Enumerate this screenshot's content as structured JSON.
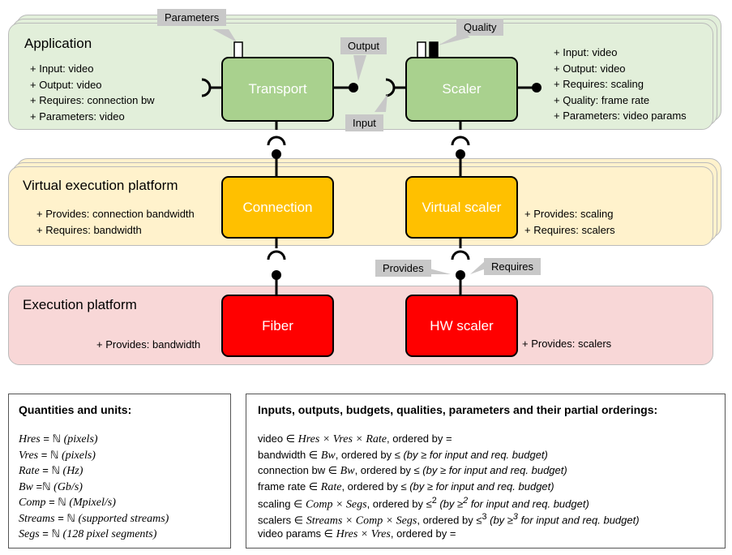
{
  "layers": {
    "application": {
      "title": "Application",
      "props": [
        "+ Input: video",
        "+ Output: video",
        "+ Requires: connection bw",
        "+ Parameters: video"
      ],
      "scaler_props": [
        "+ Input: video",
        "+ Output: video",
        "+ Requires: scaling",
        "+ Quality: frame rate",
        "+ Parameters: video params"
      ]
    },
    "virtual": {
      "title": "Virtual execution platform",
      "connection_props": [
        "+ Provides: connection bandwidth",
        "+ Requires: bandwidth"
      ],
      "vscaler_props": [
        "+ Provides: scaling",
        "+ Requires: scalers"
      ]
    },
    "execution": {
      "title": "Execution platform",
      "fiber_props": [
        "+ Provides: bandwidth"
      ],
      "hw_props": [
        "+ Provides: scalers"
      ]
    }
  },
  "components": {
    "transport": "Transport",
    "scaler": "Scaler",
    "connection": "Connection",
    "virtual_scaler": "Virtual scaler",
    "fiber": "Fiber",
    "hw_scaler": "HW scaler"
  },
  "callouts": {
    "parameters": "Parameters",
    "output": "Output",
    "input": "Input",
    "quality": "Quality",
    "provides": "Provides",
    "requires": "Requires"
  },
  "colors": {
    "application_bg": "#e2efda",
    "virtual_bg": "#fff2cc",
    "execution_bg": "#f8d7d7",
    "app_component": "#a9d18e",
    "virtual_component": "#ffc000",
    "execution_component": "#ff0000"
  },
  "legend_left": {
    "title": "Quantities and units:",
    "rows": [
      {
        "name": "Hres",
        "set": "ℕ",
        "unit": "(pixels)"
      },
      {
        "name": "Vres",
        "set": "ℕ",
        "unit": "(pixels)"
      },
      {
        "name": "Rate",
        "set": "ℕ",
        "unit": "(Hz)"
      },
      {
        "name": "Bw",
        "set": "ℕ",
        "unit": "(Gb/s)"
      },
      {
        "name": "Comp",
        "set": "ℕ",
        "unit": "(Mpixel/s)"
      },
      {
        "name": "Streams",
        "set": "ℕ",
        "unit": "(supported streams)"
      },
      {
        "name": "Segs",
        "set": "ℕ",
        "unit": "(128 pixel segments)"
      }
    ]
  },
  "legend_right": {
    "title": "Inputs, outputs, budgets, qualities, parameters and their partial orderings:",
    "r1a": "video ∈ ",
    "r1m": "Hres × Vres × Rate",
    "r1b": ", ordered by =",
    "r2a": "bandwidth ∈ ",
    "r2m": "Bw",
    "r2b": ", ordered by ≤ ",
    "r2c": "(by ≥ for input and req. budget)",
    "r3a": "connection bw ∈ ",
    "r3m": "Bw",
    "r3b": ", ordered by ≤ ",
    "r3c": "(by ≥ for input and req. budget)",
    "r4a": "frame rate ∈ ",
    "r4m": "Rate",
    "r4b": ", ordered by  ≤ ",
    "r4c": "(by  ≥  for input and req. budget)",
    "r5a": "scaling ∈ ",
    "r5m": "Comp × Segs",
    "r5b": ", ordered by  ≤",
    "r5s": "2",
    "r5c": " (by ≥",
    "r5s2": "2",
    "r5d": " for input and req. budget)",
    "r6a": "scalers ∈ ",
    "r6m": "Streams × Comp × Segs",
    "r6b": ", ordered by ≤",
    "r6s": "3",
    "r6c": " (by ≥",
    "r6s2": "3",
    "r6d": " for input and req. budget)",
    "r7a": "video params ∈ ",
    "r7m": "Hres × Vres",
    "r7b": ", ordered by ="
  }
}
